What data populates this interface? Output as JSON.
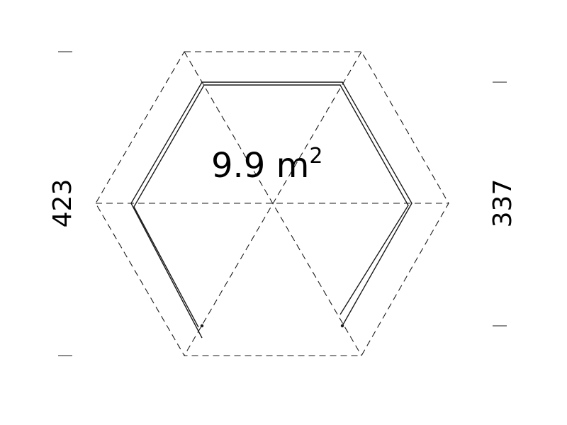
{
  "floor_plan": {
    "area": {
      "value": "9.9 m",
      "superscript": "2"
    },
    "dimensions": {
      "outer_width": "423",
      "inner_width": "337"
    },
    "colors": {
      "line": "#1a1a1a",
      "background": "#ffffff"
    }
  }
}
